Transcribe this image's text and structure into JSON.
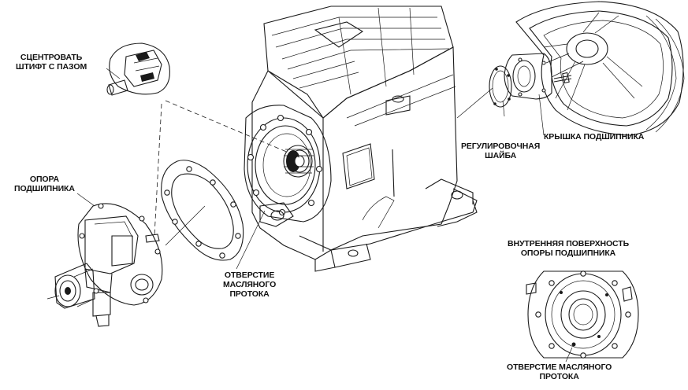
{
  "labels": {
    "center_pin_line1": "СЦЕНТРОВАТЬ",
    "center_pin_line2": "ШТИФТ С ПАЗОМ",
    "bearing_support_line1": "ОПОРА",
    "bearing_support_line2": "ПОДШИПНИКА",
    "oil_hole_line1": "ОТВЕРСТИЕ",
    "oil_hole_line2": "МАСЛЯНОГО",
    "oil_hole_line3": "ПРОТОКА",
    "shim_line1": "РЕГУЛИРОВОЧНАЯ",
    "shim_line2": "ШАЙБА",
    "bearing_cover": "КРЫШКА ПОДШИПНИКА",
    "inner_surface_line1": "ВНУТРЕННЯЯ ПОВЕРХНОСТЬ",
    "inner_surface_line2": "ОПОРЫ ПОДШИПНИКА",
    "oil_hole_bottom": "ОТВЕРСТИЕ МАСЛЯНОГО",
    "flow_bottom": "ПРОТОКА"
  }
}
